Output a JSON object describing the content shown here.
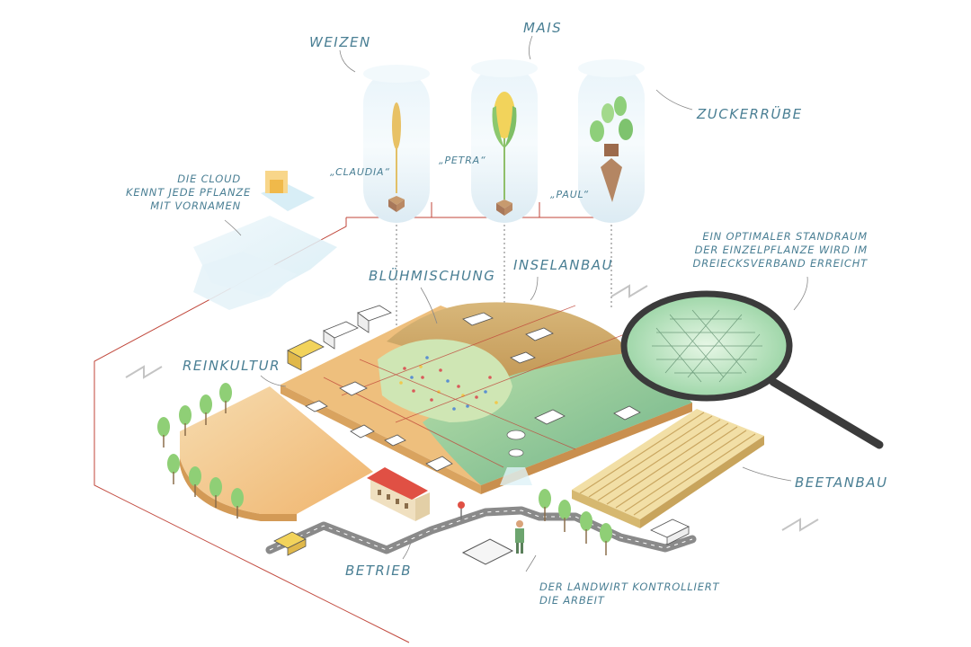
{
  "labels": {
    "weizen": "WEIZEN",
    "mais": "MAIS",
    "zuckerruebe": "ZUCKERRÜBE",
    "claudia": "„CLAUDIA“",
    "petra": "„PETRA“",
    "paul": "„PAUL“",
    "cloud": [
      "DIE CLOUD",
      "KENNT JEDE PFLANZE",
      "MIT VORNAMEN"
    ],
    "bluehmischung": "BLÜHMISCHUNG",
    "inselanbau": "INSELANBAU",
    "standraum": [
      "EIN OPTIMALER STANDRAUM",
      "DER EINZELPFLANZE WIRD IM",
      "DREIECKSVERBAND ERREICHT"
    ],
    "reinkultur": "REINKULTUR",
    "beetanbau": "BEETANBAU",
    "betrieb": "BETRIEB",
    "landwirt": [
      "DER LANDWIRT KONTROLLIERT",
      "DIE ARBEIT"
    ]
  },
  "colors": {
    "label": "#4a7f94",
    "connector": "#c0463a",
    "field_yellow": "#f3c98a",
    "field_green": "#9ccf96",
    "field_brown": "#c9a869",
    "road": "#8a8a8a",
    "tree": "#8fcf76",
    "barn_roof": "#e05044"
  }
}
